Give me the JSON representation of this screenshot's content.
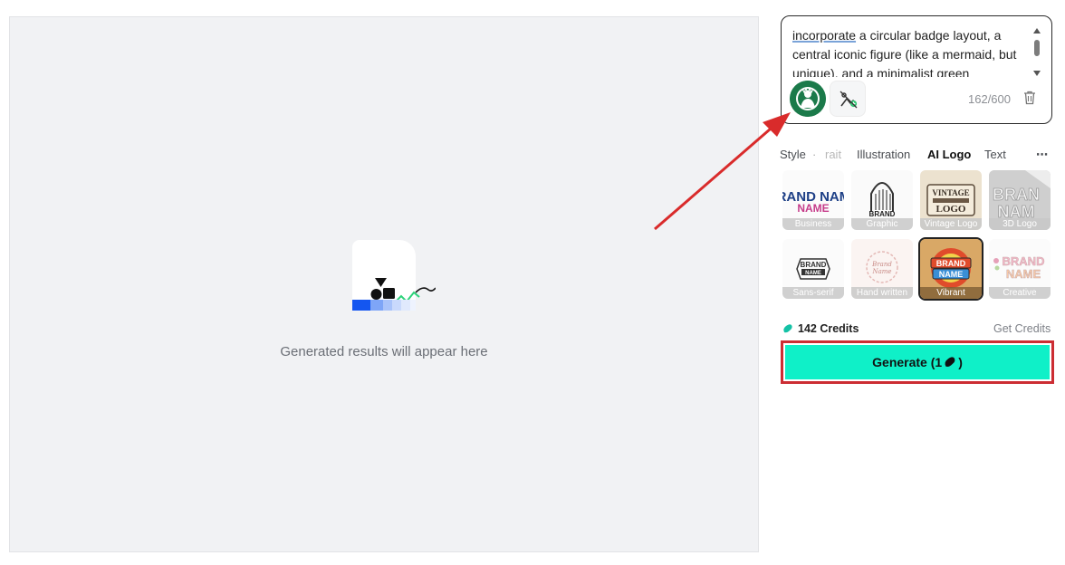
{
  "results": {
    "placeholder_text": "Generated results will appear here"
  },
  "prompt": {
    "text_first_word": "incorporate",
    "text_rest": " a circular badge layout, a central iconic figure (like a mermaid, but unique), and a minimalist green",
    "char_count": "162/600"
  },
  "style_tabs": {
    "style_label": "Style",
    "portrait_label": "rait",
    "illustration_label": "Illustration",
    "ailogo_label": "AI Logo",
    "text_label": "Text",
    "more_label": "⋯"
  },
  "tiles": [
    {
      "label": "Business",
      "art": "BRAND NAME"
    },
    {
      "label": "Graphic",
      "art": "BRAND"
    },
    {
      "label": "Vintage Logo",
      "art": "VINTAGE LOGO"
    },
    {
      "label": "3D Logo",
      "art": "BRAN NAM"
    },
    {
      "label": "Sans-serif",
      "art": "BRAND NAME"
    },
    {
      "label": "Hand written",
      "art": "Brand Name"
    },
    {
      "label": "Vibrant",
      "art": "BRAND NAME"
    },
    {
      "label": "Creative",
      "art": "BRAND NAME"
    }
  ],
  "credits": {
    "label": "142 Credits",
    "get_credits": "Get Credits"
  },
  "generate": {
    "label": "Generate (1",
    "label_end": ")"
  },
  "colors": {
    "accent": "#0ff0c8",
    "highlight_red": "#cc2d33"
  },
  "icons": [
    "scroll-up-icon",
    "scroll-down-icon",
    "add-image-icon",
    "trash-icon",
    "more-icon",
    "credits-icon",
    "arrow-annotation"
  ]
}
